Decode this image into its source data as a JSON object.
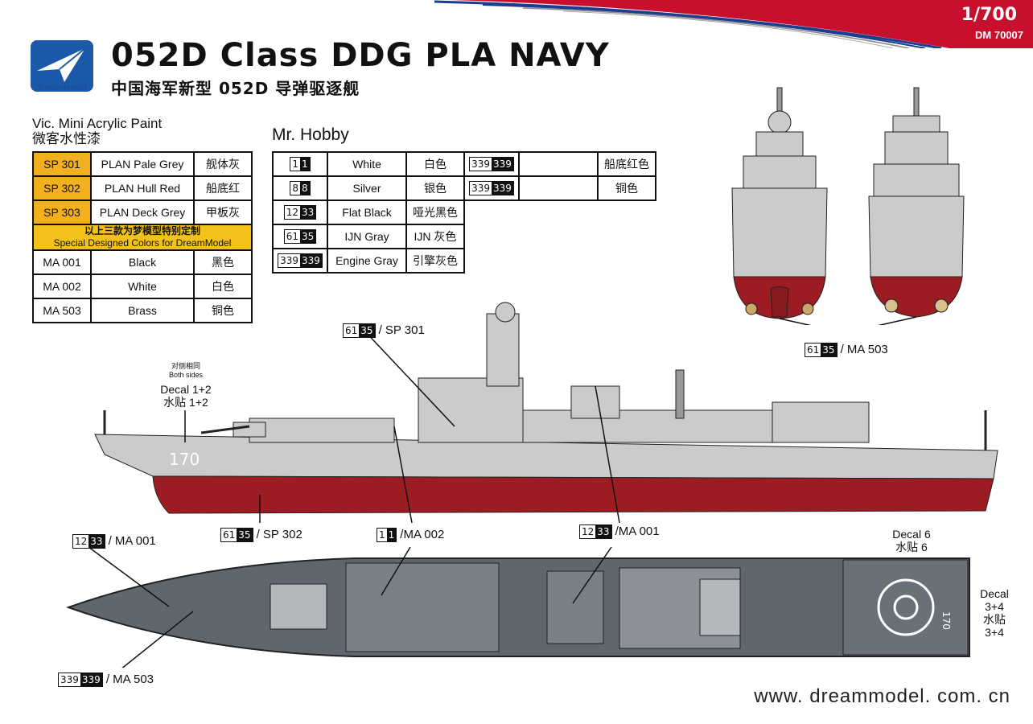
{
  "header": {
    "brand": "DreamModel",
    "title_en": "052D Class DDG PLA NAVY",
    "title_cn": "中国海军新型 052D 导弹驱逐舰",
    "scale": "1/700",
    "code": "DM 70007"
  },
  "vic": {
    "heading_en": "Vic. Mini Acrylic Paint",
    "heading_cn": "微客水性漆",
    "rows": [
      {
        "code": "SP 301",
        "name": "PLAN Pale Grey",
        "cn": "舰体灰"
      },
      {
        "code": "SP 302",
        "name": "PLAN Hull Red",
        "cn": "船底红"
      },
      {
        "code": "SP 303",
        "name": "PLAN Deck Grey",
        "cn": "甲板灰"
      }
    ],
    "special_cn": "以上三款为梦模型特别定制",
    "special_en": "Special Designed Colors for DreamModel",
    "rows2": [
      {
        "code": "MA 001",
        "name": "Black",
        "cn": "黑色"
      },
      {
        "code": "MA 002",
        "name": "White",
        "cn": "白色"
      },
      {
        "code": "MA 503",
        "name": "Brass",
        "cn": "铜色"
      }
    ]
  },
  "mrhobby": {
    "heading": "Mr. Hobby",
    "rows": [
      {
        "c1": "1",
        "c2": "1",
        "name": "White",
        "cn": "白色"
      },
      {
        "c1": "8",
        "c2": "8",
        "name": "Silver",
        "cn": "银色"
      },
      {
        "c1": "12",
        "c2": "33",
        "name": "Flat Black",
        "cn": "哑光黑色"
      },
      {
        "c1": "61",
        "c2": "35",
        "name": "IJN Gray",
        "cn": "IJN 灰色"
      },
      {
        "c1": "339",
        "c2": "339",
        "name": "Engine Gray",
        "cn": "引擎灰色"
      }
    ],
    "right_rows": [
      {
        "c1": "339",
        "c2": "339",
        "name": "",
        "cn": "船底红色"
      },
      {
        "c1": "339",
        "c2": "339",
        "name": "",
        "cn": "铜色"
      }
    ]
  },
  "callouts": {
    "c1": {
      "a": "61",
      "b": "35",
      "text": "/ SP 301"
    },
    "c2": {
      "a": "61",
      "b": "35",
      "text": "/ MA 503"
    },
    "c3": {
      "a": "61",
      "b": "35",
      "text": "/ SP 302"
    },
    "c4": {
      "a": "1",
      "b": "1",
      "text": "/MA 002"
    },
    "c5": {
      "a": "12",
      "b": "33",
      "text": "/MA 001"
    },
    "c6": {
      "a": "12",
      "b": "33",
      "text": "/ MA 001"
    },
    "c7": {
      "a": "339",
      "b": "339",
      "text": "/ MA 503"
    }
  },
  "notes": {
    "both_cn": "对侧相同",
    "both_en": "Both sides",
    "decal12_en": "Decal  1+2",
    "decal12_cn": "水贴 1+2",
    "decal6_en": "Decal 6",
    "decal6_cn": "水贴 6",
    "decal34_a": "Decal",
    "decal34_b": "3+4",
    "decal34_c": "水贴",
    "decal34_d": "3+4",
    "hull_number": "170",
    "deck_number": "170"
  },
  "footer": {
    "url": "www. dreammodel. com. cn"
  },
  "colors": {
    "hull_grey": "#c9cbcc",
    "hull_red": "#9b1d23",
    "deck_grey": "#5f666e",
    "yellow": "#f2b01e"
  }
}
